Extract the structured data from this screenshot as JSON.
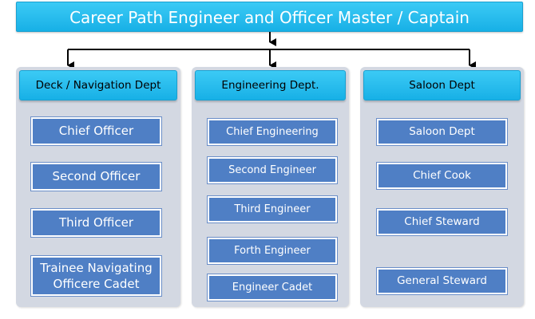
{
  "title": "Career Path Engineer and Officer Master / Captain",
  "departments": [
    {
      "name": "Deck / Navigation Dept",
      "roles": [
        "Chief Officer",
        "Second Officer",
        "Third Officer",
        "Trainee Navigating",
        "Officere Cadet"
      ]
    },
    {
      "name": "Engineering Dept.",
      "roles": [
        "Chief Engineering",
        "Second Engineer",
        "Third Engineer",
        "Forth Engineer",
        "Engineer Cadet"
      ]
    },
    {
      "name": "Saloon Dept",
      "roles": [
        "Saloon Dept",
        "Chief Cook",
        "Chief Steward",
        "General Steward"
      ]
    }
  ],
  "colors": {
    "header_fill": "#1fb9ee",
    "role_fill": "#4f7fc5",
    "panel_fill": "#d3d8e2",
    "connector": "#000000"
  }
}
